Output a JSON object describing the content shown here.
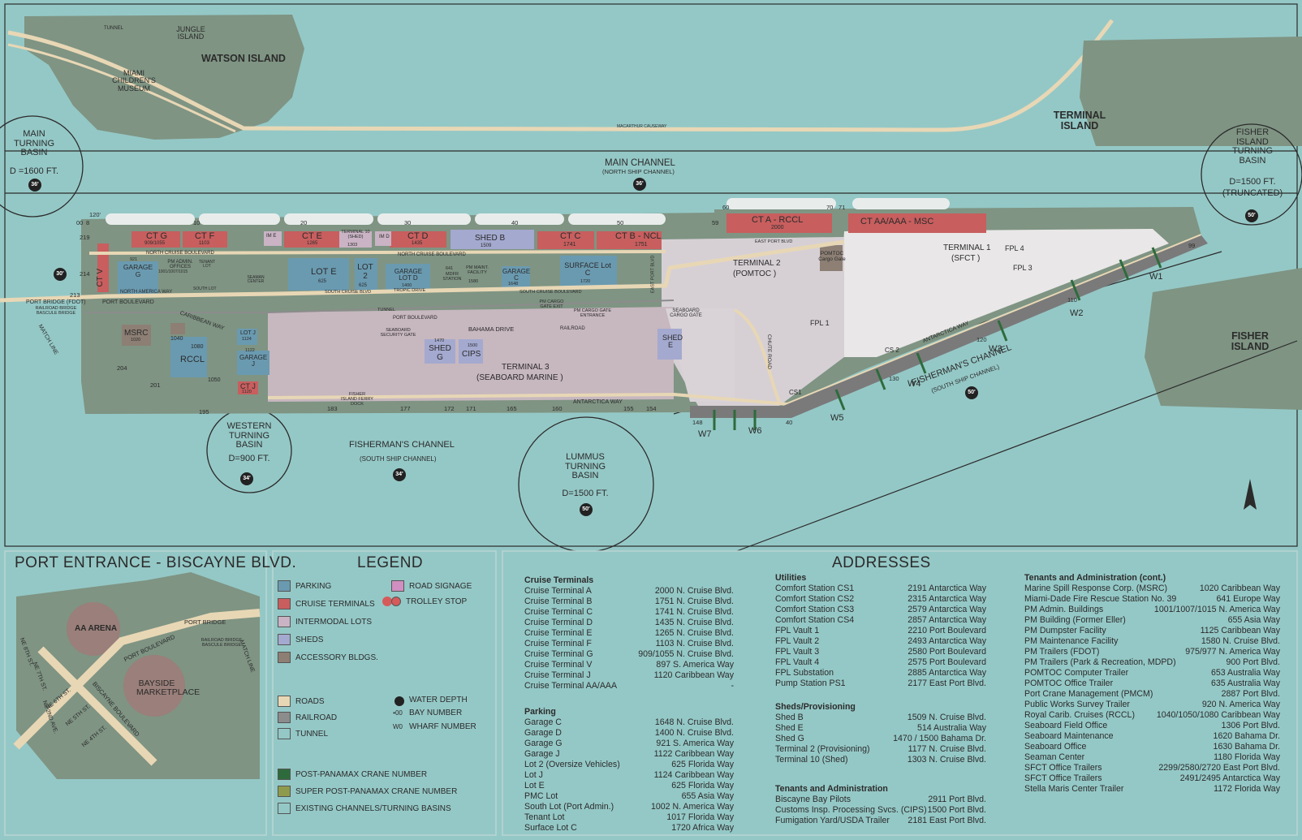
{
  "map": {
    "islands": {
      "watson": "WATSON ISLAND",
      "jungle": "JUNGLE ISLAND",
      "museum": "MIAMI CHILDREN'S MUSEUM",
      "terminal_island": "TERMINAL ISLAND",
      "fisher": "FISHER ISLAND",
      "tunnel": "TUNNEL",
      "causeway": "MACARTHUR CAUSEWAY"
    },
    "basins": {
      "main": {
        "name": "MAIN TURNING BASIN",
        "depth": "D =1600 FT.",
        "water": "36'"
      },
      "fisher": {
        "name": "FISHER ISLAND TURNING BASIN",
        "depth": "D=1500 FT.",
        "note": "(TRUNCATED)",
        "water": "50'"
      },
      "western": {
        "name": "WESTERN TURNING BASIN",
        "depth": "D=900 FT.",
        "water": "34'"
      },
      "lummus": {
        "name": "LUMMUS TURNING BASIN",
        "depth": "D=1500 FT.",
        "water": "50'"
      }
    },
    "channels": {
      "main": "MAIN CHANNEL",
      "main_sub": "(NORTH SHIP CHANNEL)",
      "main_depth": "36'",
      "fisherman_left": "FISHERMAN'S CHANNEL",
      "fisherman_left_sub": "(SOUTH SHIP CHANNEL)",
      "fisherman_left_depth": "34'",
      "fisherman_right": "FISHERMAN'S CHANNEL",
      "fisherman_right_sub": "(SOUTH SHIP CHANNEL)",
      "fisherman_right_depth": "50'",
      "west_depth": "30'"
    },
    "terminals": {
      "ct_a": "CT A - RCCL",
      "ct_a_no": "2000",
      "ct_aa": "CT AA/AAA - MSC",
      "ct_b": "CT B - NCL",
      "ct_b_no": "1751",
      "ct_c": "CT C",
      "ct_c_no": "1741",
      "ct_d": "CT D",
      "ct_d_no": "1435",
      "ct_e": "CT E",
      "ct_e_no": "1265",
      "ct_f": "CT F",
      "ct_f_no": "1103",
      "ct_g": "CT G",
      "ct_g_no": "909/1055",
      "ct_v": "CT V",
      "ct_j": "CT J",
      "ct_j_no": "1120",
      "t1": "TERMINAL 1",
      "t1_sub": "(SFCT )",
      "t2": "TERMINAL 2",
      "t2_sub": "(POMTOC )",
      "t3": "TERMINAL 3",
      "t3_sub": "(SEABOARD MARINE )"
    },
    "buildings": {
      "shed_b": "SHED B",
      "shed_b_no": "1509",
      "shed_g": "SHED G",
      "shed_g_no": "1470",
      "shed_e": "SHED E",
      "cips": "CIPS",
      "cips_no": "1500",
      "garage_g": "GARAGE G",
      "garage_g_no": "921",
      "garage_d": "GARAGE LOT D",
      "garage_d_no": "1400",
      "garage_c": "GARAGE C",
      "garage_c_no": "1648",
      "garage_j": "GARAGE J",
      "garage_j_no": "1122",
      "lot_e": "LOT E",
      "lot_e_no": "625",
      "lot_2": "LOT 2",
      "lot_2_no": "625",
      "lot_j": "LOT J",
      "lot_j_no": "1124",
      "surface_c": "SURFACE Lot C",
      "surface_c_no": "1720",
      "msrc": "MSRC",
      "msrc_no": "1020",
      "rccl": "RCCL",
      "rccl_no": "1050",
      "rccl_no2": "1040",
      "rccl_no3": "1080",
      "pm_admin": "PM ADMIN. OFFICES",
      "pm_admin_no": "1001/1007/1015",
      "imd": "IM D",
      "ime": "IM E",
      "pomtoc_gate": "POMTOC Cargo Gate",
      "seaboard_gate": "SEABOARD CARGO GATE",
      "pm_cargo_exit": "PM CARGO GATE EXIT",
      "pm_cargo_entrance": "PM CARGO GATE ENTRANCE",
      "seaboard_security": "SEABOARD SECURITY GATE",
      "fisher_ferry": "FISHER ISLAND FERRY DOCK",
      "pm_maint": "PM MAINT. FACILITY",
      "pm_maint_no": "1580",
      "mdfr": "MDFR STATION",
      "mdfr_no": "641",
      "terminal10": "TERMINAL 10 (SHED)",
      "terminal10_no": "1303",
      "south_lot": "SOUTH LOT",
      "seaman_center": "SEAMAN CENTER",
      "tenant_lot": "TENANT LOT"
    },
    "roads": {
      "north_cruise": "NORTH CRUISE BOULEVARD",
      "north_cruise2": "NORTH CRUISE BOULEVARD",
      "south_cruise": "SOUTH CRUISE BLVD",
      "south_cruise2": "SOUTH CRUISE BOULEVARD",
      "north_america": "NORTH AMERICA WAY",
      "port_blvd": "PORT BOULEVARD",
      "port_blvd2": "PORT BOULEVARD",
      "port_bridge": "PORT BRIDGE (FDOT)",
      "railroad_bridge": "RAILROAD BRIDGE BASCULE BRIDGE",
      "caribbean": "CARIBBEAN WAY",
      "bahama": "BAHAMA DRIVE",
      "antarctica": "ANTARCTICA WAY",
      "antarctica2": "ANTARCTICA WAY",
      "chute": "CHUTE ROAD",
      "east_port": "EAST PORT BLVD",
      "east_port2": "EAST PORT BLVD",
      "railroad": "RAILROAD",
      "tunnel": "TUNNEL",
      "tropic": "TROPIC DRIVE",
      "match_line": "MATCH LINE"
    },
    "wharfs": [
      "W1",
      "W2",
      "W3",
      "W4",
      "W5",
      "W6",
      "W7"
    ],
    "utilities": {
      "fpl1": "FPL 1",
      "fpl3": "FPL 3",
      "fpl4": "FPL 4",
      "cs1": "CS1",
      "cs2": "CS 2"
    },
    "bay_numbers": [
      "00",
      "8",
      "120'",
      "219",
      "214",
      "213",
      "204",
      "201",
      "195",
      "183",
      "177",
      "172",
      "171",
      "165",
      "160",
      "155",
      "154",
      "148",
      "40",
      "10",
      "20",
      "30",
      "40",
      "50",
      "59",
      "60",
      "70",
      "71",
      "99",
      "110",
      "120",
      "130"
    ]
  },
  "entrance": {
    "title": "PORT ENTRANCE - BISCAYNE BLVD.",
    "aa_arena": "AA ARENA",
    "bayside": "BAYSIDE MARKETPLACE",
    "port_boulevard": "PORT BOULEVARD",
    "port_bridge": "PORT BRIDGE",
    "rr_bridge": "RAILROAD BRIDGE BASCULE BRIDGE",
    "biscayne": "BISCAYNE BOULEVARD",
    "match_line": "MATCH LINE",
    "streets": [
      "NE 8TH ST.",
      "NE 7TH ST.",
      "NE 6TH ST.",
      "NE 5TH ST.",
      "NE 4TH ST.",
      "NE 2ND AVE."
    ]
  },
  "legend": {
    "title": "LEGEND",
    "items": [
      {
        "label": "PARKING",
        "color": "#6a9ab0"
      },
      {
        "label": "CRUISE TERMINALS",
        "color": "#c85e5e"
      },
      {
        "label": "INTERMODAL LOTS",
        "color": "#c9b3c4"
      },
      {
        "label": "SHEDS",
        "color": "#a4a9cf"
      },
      {
        "label": "ACCESSORY BLDGS.",
        "color": "#8d7f74"
      },
      {
        "label": "ROADS",
        "color": "#e8d7b5"
      },
      {
        "label": "RAILROAD",
        "color": "#8c8c8c"
      },
      {
        "label": "TUNNEL",
        "color": "#94c8c6"
      },
      {
        "label": "POST-PANAMAX CRANE NUMBER",
        "color": "#2e6b3c"
      },
      {
        "label": "SUPER POST-PANAMAX CRANE NUMBER",
        "color": "#8f9b4c"
      },
      {
        "label": "EXISTING CHANNELS/TURNING BASINS",
        "color": "#94c8c6"
      }
    ],
    "right_items": [
      {
        "label": "ROAD SIGNAGE",
        "color": "#d08fc0"
      },
      {
        "label": "TROLLEY STOP",
        "color": "#d65a5a"
      },
      {
        "label": "WATER DEPTH",
        "symbol": "50'"
      },
      {
        "label": "BAY NUMBER",
        "symbol": "•00"
      },
      {
        "label": "WHARF NUMBER",
        "symbol": "W0"
      }
    ]
  },
  "addresses": {
    "title": "ADDRESSES",
    "groups": [
      {
        "title": "Cruise Terminals",
        "rows": [
          [
            "Cruise Terminal A",
            "2000 N. Cruise Blvd."
          ],
          [
            "Cruise Terminal B",
            "1751 N. Cruise Blvd."
          ],
          [
            "Cruise Terminal C",
            "1741 N. Cruise Blvd."
          ],
          [
            "Cruise Terminal D",
            "1435 N. Cruise Blvd."
          ],
          [
            "Cruise Terminal E",
            "1265 N. Cruise Blvd."
          ],
          [
            "Cruise Terminal F",
            "1103 N. Cruise Blvd."
          ],
          [
            "Cruise Terminal G",
            "909/1055 N. Cruise Blvd."
          ],
          [
            "Cruise Terminal V",
            "897 S. America Way"
          ],
          [
            "Cruise Terminal J",
            "1120 Caribbean Way"
          ],
          [
            "Cruise Terminal AA/AAA",
            "-"
          ]
        ]
      },
      {
        "title": "Parking",
        "rows": [
          [
            "Garage C",
            "1648 N. Cruise Blvd."
          ],
          [
            "Garage D",
            "1400 N. Cruise Blvd."
          ],
          [
            "Garage G",
            "921 S. America Way"
          ],
          [
            "Garage J",
            "1122 Caribbean Way"
          ],
          [
            "Lot 2 (Oversize Vehicles)",
            "625 Florida Way"
          ],
          [
            "Lot J",
            "1124 Caribbean Way"
          ],
          [
            "Lot E",
            "625 Florida Way"
          ],
          [
            "PMC Lot",
            "655 Asia Way"
          ],
          [
            "South Lot (Port Admin.)",
            "1002 N. America Way"
          ],
          [
            "Tenant Lot",
            "1017 Florida Way"
          ],
          [
            "Surface Lot C",
            "1720 Africa Way"
          ]
        ]
      },
      {
        "title": "Utilities",
        "rows": [
          [
            "Comfort Station CS1",
            "2191 Antarctica Way"
          ],
          [
            "Comfort Station CS2",
            "2315 Antarctica Way"
          ],
          [
            "Comfort Station CS3",
            "2579 Antarctica Way"
          ],
          [
            "Comfort Station CS4",
            "2857 Antarctica Way"
          ],
          [
            "FPL Vault 1",
            "2210 Port Boulevard"
          ],
          [
            "FPL Vault 2",
            "2493 Antarctica Way"
          ],
          [
            "FPL Vault 3",
            "2580 Port Boulevard"
          ],
          [
            "FPL Vault 4",
            "2575 Port Boulevard"
          ],
          [
            "FPL Substation",
            "2885 Antarctica Way"
          ],
          [
            "Pump Station PS1",
            "2177 East Port Blvd."
          ]
        ]
      },
      {
        "title": "Sheds/Provisioning",
        "rows": [
          [
            "Shed B",
            "1509 N. Cruise Blvd."
          ],
          [
            "Shed E",
            "514 Australia Way"
          ],
          [
            "Shed G",
            "1470 / 1500 Bahama Dr."
          ],
          [
            "Terminal 2 (Provisioning)",
            "1177 N. Cruise Blvd."
          ],
          [
            "Terminal 10 (Shed)",
            "1303 N. Cruise Blvd."
          ]
        ]
      },
      {
        "title": "Tenants and Administration",
        "rows": [
          [
            "Biscayne Bay Pilots",
            "2911 Port Blvd."
          ],
          [
            "Customs Insp. Processing Svcs. (CIPS)",
            "1500 Port Blvd."
          ],
          [
            "Fumigation Yard/USDA Trailer",
            "2181 East Port Blvd."
          ]
        ]
      },
      {
        "title": "Tenants and Administration (cont.)",
        "rows": [
          [
            "Marine Spill Response Corp. (MSRC)",
            "1020 Caribbean Way"
          ],
          [
            "Miami-Dade Fire Rescue Station No. 39",
            "641 Europe Way"
          ],
          [
            "PM Admin. Buildings",
            "1001/1007/1015 N. America Way"
          ],
          [
            "PM Building (Former Eller)",
            "655 Asia Way"
          ],
          [
            "PM Dumpster Facility",
            "1125 Caribbean Way"
          ],
          [
            "PM Maintenance Facility",
            "1580 N. Cruise Blvd."
          ],
          [
            "PM  Trailers (FDOT)",
            "975/977 N. America Way"
          ],
          [
            "PM  Trailers (Park & Recreation, MDPD)",
            "900 Port Blvd."
          ],
          [
            "POMTOC Computer Trailer",
            "653 Australia Way"
          ],
          [
            "POMTOC Office Trailer",
            "635 Australia Way"
          ],
          [
            "Port Crane Management (PMCM)",
            "2887 Port Blvd."
          ],
          [
            "Public Works Survey Trailer",
            "920 N. America Way"
          ],
          [
            "Royal Carib. Cruises (RCCL)",
            "1040/1050/1080 Caribbean Way"
          ],
          [
            "Seaboard Field Office",
            "1306 Port Blvd."
          ],
          [
            "Seaboard Maintenance",
            "1620 Bahama Dr."
          ],
          [
            "Seaboard Office",
            "1630 Bahama Dr."
          ],
          [
            "Seaman Center",
            "1180 Florida Way"
          ],
          [
            "SFCT Office Trailers",
            "2299/2580/2720 East Port Blvd."
          ],
          [
            "SFCT Office Trailers",
            "2491/2495 Antarctica Way"
          ],
          [
            "Stella Maris Center Trailer",
            "1172 Florida Way"
          ]
        ]
      }
    ]
  }
}
